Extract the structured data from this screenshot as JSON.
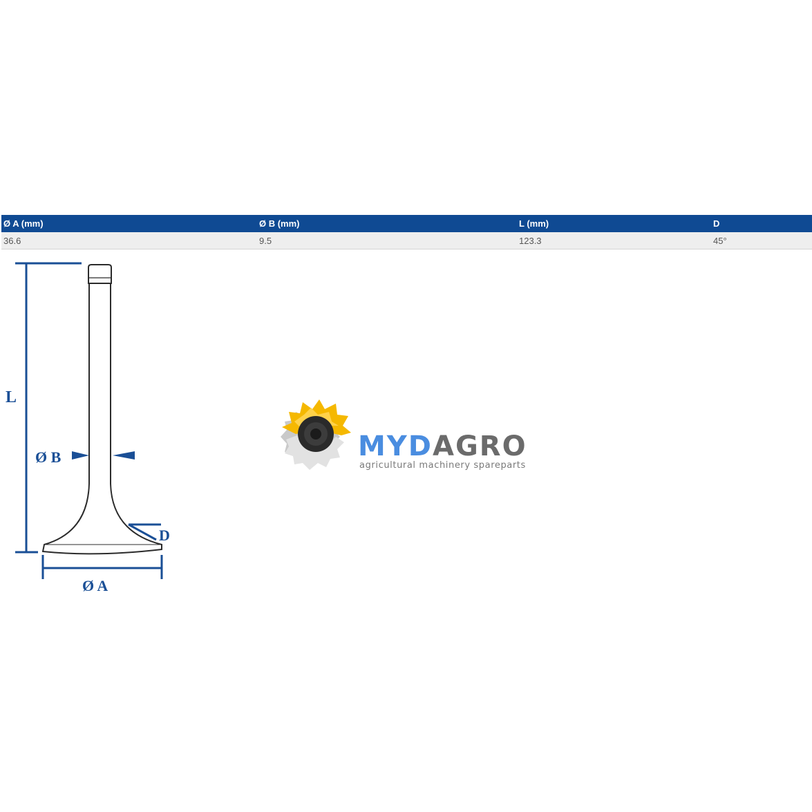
{
  "spec_table": {
    "headers": [
      "Ø A (mm)",
      "Ø B (mm)",
      "L (mm)",
      "D"
    ],
    "rows": [
      [
        "36.6",
        "9.5",
        "123.3",
        "45°"
      ]
    ]
  },
  "diagram": {
    "labels": {
      "length": "L",
      "stem_diameter": "Ø B",
      "angle": "D",
      "head_diameter": "Ø A"
    },
    "colors": {
      "dimension": "#1a4f96",
      "outline": "#2b2b2b"
    }
  },
  "brand": {
    "name_part1": "MYD",
    "name_part2": "AGRO",
    "tagline": "agricultural machinery spareparts",
    "colors": {
      "accent": "#4a8de0",
      "gray": "#6b6b6b",
      "tagline": "#7a7a7a",
      "sunflower": "#f5b800"
    }
  }
}
